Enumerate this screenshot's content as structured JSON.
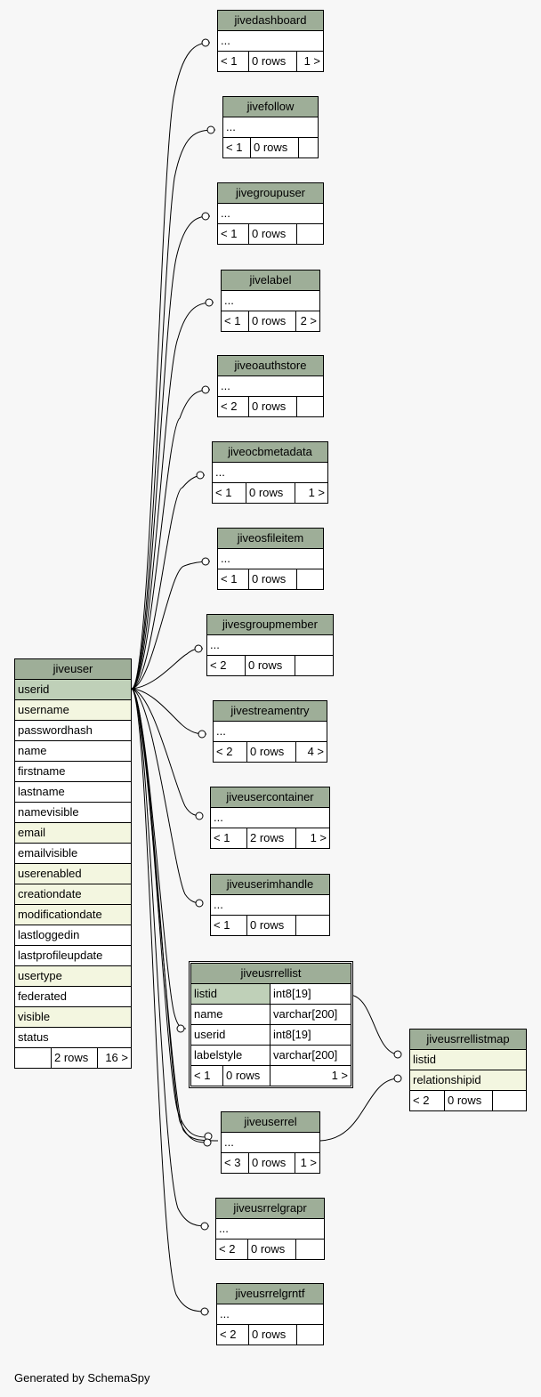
{
  "footer": {
    "generated_by": "Generated by SchemaSpy"
  },
  "colors": {
    "header_bg": "#9eae98",
    "primary_key_bg": "#bfd0b8",
    "indexed_bg": "#f3f6e0",
    "background": "#f7f7f7"
  },
  "tables": {
    "jiveuser": {
      "name": "jiveuser",
      "columns": [
        "userid",
        "username",
        "passwordhash",
        "name",
        "firstname",
        "lastname",
        "namevisible",
        "email",
        "emailvisible",
        "userenabled",
        "creationdate",
        "modificationdate",
        "lastloggedin",
        "lastprofileupdate",
        "usertype",
        "federated",
        "visible",
        "status"
      ],
      "footer": [
        "",
        "2 rows",
        "16 >"
      ]
    },
    "jivedashboard": {
      "name": "jivedashboard",
      "columns": [
        "..."
      ],
      "footer": [
        "< 1",
        "0 rows",
        "1 >"
      ]
    },
    "jivefollow": {
      "name": "jivefollow",
      "columns": [
        "..."
      ],
      "footer": [
        "< 1",
        "0 rows",
        ""
      ]
    },
    "jivegroupuser": {
      "name": "jivegroupuser",
      "columns": [
        "..."
      ],
      "footer": [
        "< 1",
        "0 rows",
        ""
      ]
    },
    "jivelabel": {
      "name": "jivelabel",
      "columns": [
        "..."
      ],
      "footer": [
        "< 1",
        "0 rows",
        "2 >"
      ]
    },
    "jiveoauthstore": {
      "name": "jiveoauthstore",
      "columns": [
        "..."
      ],
      "footer": [
        "< 2",
        "0 rows",
        ""
      ]
    },
    "jiveocbmetadata": {
      "name": "jiveocbmetadata",
      "columns": [
        "..."
      ],
      "footer": [
        "< 1",
        "0 rows",
        "1 >"
      ]
    },
    "jiveosfileitem": {
      "name": "jiveosfileitem",
      "columns": [
        "..."
      ],
      "footer": [
        "< 1",
        "0 rows",
        ""
      ]
    },
    "jivesgroupmember": {
      "name": "jivesgroupmember",
      "columns": [
        "..."
      ],
      "footer": [
        "< 2",
        "0 rows",
        ""
      ]
    },
    "jivestreamentry": {
      "name": "jivestreamentry",
      "columns": [
        "..."
      ],
      "footer": [
        "< 2",
        "0 rows",
        "4 >"
      ]
    },
    "jiveusercontainer": {
      "name": "jiveusercontainer",
      "columns": [
        "..."
      ],
      "footer": [
        "< 1",
        "2 rows",
        "1 >"
      ]
    },
    "jiveuserimhandle": {
      "name": "jiveuserimhandle",
      "columns": [
        "..."
      ],
      "footer": [
        "< 1",
        "0 rows",
        ""
      ]
    },
    "jiveusrrellist": {
      "name": "jiveusrrellist",
      "columns": [
        {
          "name": "listid",
          "type": "int8[19]"
        },
        {
          "name": "name",
          "type": "varchar[200]"
        },
        {
          "name": "userid",
          "type": "int8[19]"
        },
        {
          "name": "labelstyle",
          "type": "varchar[200]"
        }
      ],
      "footer": [
        "< 1",
        "0 rows",
        "1 >"
      ]
    },
    "jiveusrrellistmap": {
      "name": "jiveusrrellistmap",
      "columns": [
        "listid",
        "relationshipid"
      ],
      "footer": [
        "< 2",
        "0 rows",
        ""
      ]
    },
    "jiveuserrel": {
      "name": "jiveuserrel",
      "columns": [
        "..."
      ],
      "footer": [
        "< 3",
        "0 rows",
        "1 >"
      ]
    },
    "jiveusrrelgrapr": {
      "name": "jiveusrrelgrapr",
      "columns": [
        "..."
      ],
      "footer": [
        "< 2",
        "0 rows",
        ""
      ]
    },
    "jiveusrrelgrntf": {
      "name": "jiveusrrelgrntf",
      "columns": [
        "..."
      ],
      "footer": [
        "< 2",
        "0 rows",
        ""
      ]
    }
  }
}
